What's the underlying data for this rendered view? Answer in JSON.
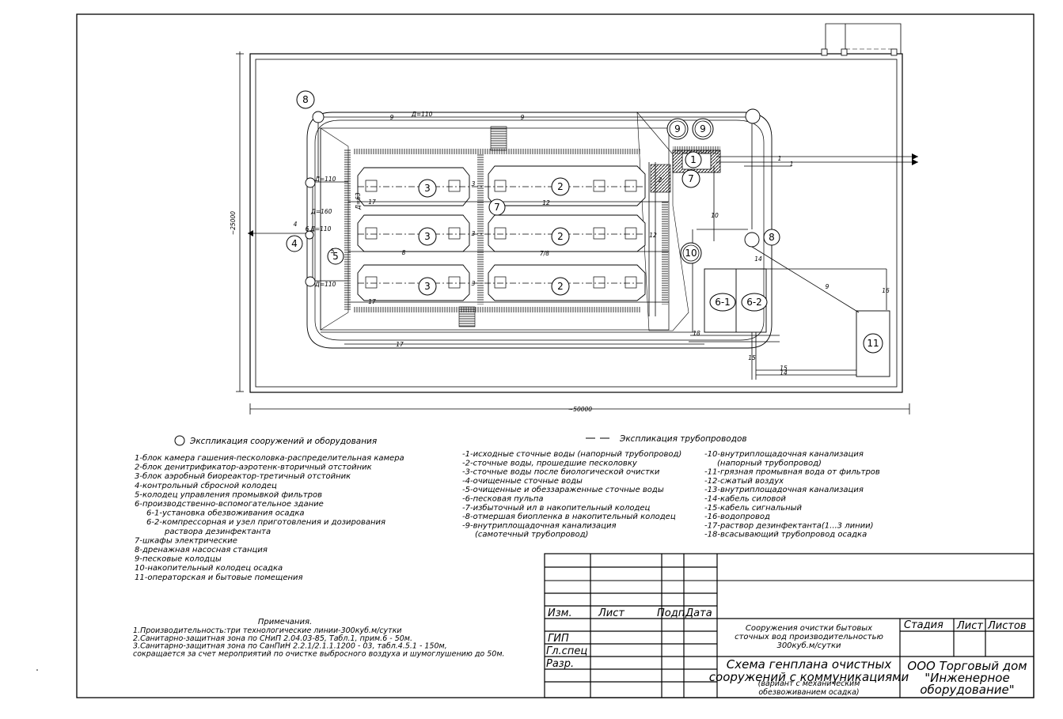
{
  "plan": {
    "height_dim": "~25000",
    "width_dim": "~50000",
    "d110_label": "Д=110",
    "d160_label": "Д=160",
    "d63_label": "Д=63",
    "pipe_labels": [
      "9",
      "9",
      "1",
      "1",
      "2",
      "3",
      "3",
      "3",
      "12",
      "12",
      "17",
      "17",
      "17",
      "18",
      "15",
      "14",
      "8",
      "7/8",
      "10",
      "16",
      "9",
      "14",
      "15",
      "6",
      "5",
      "4"
    ],
    "circle_labels": [
      "1",
      "2",
      "2",
      "2",
      "3",
      "3",
      "3",
      "4",
      "5",
      "6-1",
      "6-2",
      "7",
      "7",
      "8",
      "8",
      "9",
      "9",
      "10",
      "11"
    ]
  },
  "structures_legend": {
    "title": "Экспликация сооружений и оборудования",
    "items": [
      "1-блок камера гашения-песколовка-распределительная камера",
      "2-блок денитрификатор-аэротенк-вторичный отстойник",
      "3-блок аэробный биореактор-третичный отстойник",
      "4-контрольный сбросной колодец",
      "5-колодец управления промывкой фильтров",
      "6-производственно-вспомогательное здание",
      "6-1-установка обезвоживания осадка",
      "6-2-компрессорная и узел приготовления и дозирования",
      "раствора дезинфектанта",
      "7-шкафы электрические",
      "8-дренажная насосная станция",
      "9-песковые колодцы",
      "10-накопительный колодец осадка",
      "11-операторская и бытовые помещения"
    ]
  },
  "pipes_legend": {
    "title": "Экспликация трубопроводов",
    "col1": [
      "-1-исходные сточные воды (напорный трубопровод)",
      "-2-сточные воды, прошедшие песколовку",
      "-3-сточные воды после биологической очистки",
      "-4-очищенные сточные воды",
      "-5-очищенные и обеззараженные сточные воды",
      "-6-песковая пульпа",
      "-7-избыточный ил в накопительный колодец",
      "-8-отмершая биопленка в накопительный колодец",
      "-9-внутриплощадочная канализация",
      "(самотечный трубопровод)"
    ],
    "col2": [
      "-10-внутриплощадочная канализация",
      "(напорный трубопровод)",
      "-11-грязная промывная вода от фильтров",
      "-12-сжатый воздух",
      "-13-внутриплощадочная канализация",
      "-14-кабель силовой",
      "-15-кабель сигнальный",
      "-16-водопровод",
      "-17-раствор дезинфектанта(1...3 линии)",
      "-18-всасывающий трубопровод осадка"
    ]
  },
  "notes": {
    "title": "Примечания.",
    "items": [
      "1.Производительность:три технологические линии-300куб.м/сутки",
      "2.Санитарно-защитная зона по СНиП 2.04.03-85, Табл.1, прим.6 - 50м.",
      "3.Санитарно-защитная зона по СанПиН 2.2.1/2.1.1.1200 - 03, табл.4.5.1 - 150м,",
      "сокращается за счет мероприятий по очистке выбросного воздуха и шумоглушению до 50м."
    ]
  },
  "title_block": {
    "izm": "Изм.",
    "list": "Лист",
    "podp": "Подп.",
    "data": "Дата",
    "gip": "ГИП",
    "glspec": "Гл.спец",
    "razr": "Разр.",
    "project": [
      "Сооружения очистки бытовых",
      "сточных вод производительностью",
      "300куб.м/сутки"
    ],
    "drawing": [
      "Схема генплана очистных",
      "сооружений с коммуникациями",
      "(вариант с  механическим",
      "обезвоживанием осадка)"
    ],
    "stadiya": "Стадия",
    "list2": "Лист",
    "listov": "Листов",
    "company": [
      "ООО Торговый дом",
      "\"Инженерное",
      "оборудование\""
    ]
  }
}
